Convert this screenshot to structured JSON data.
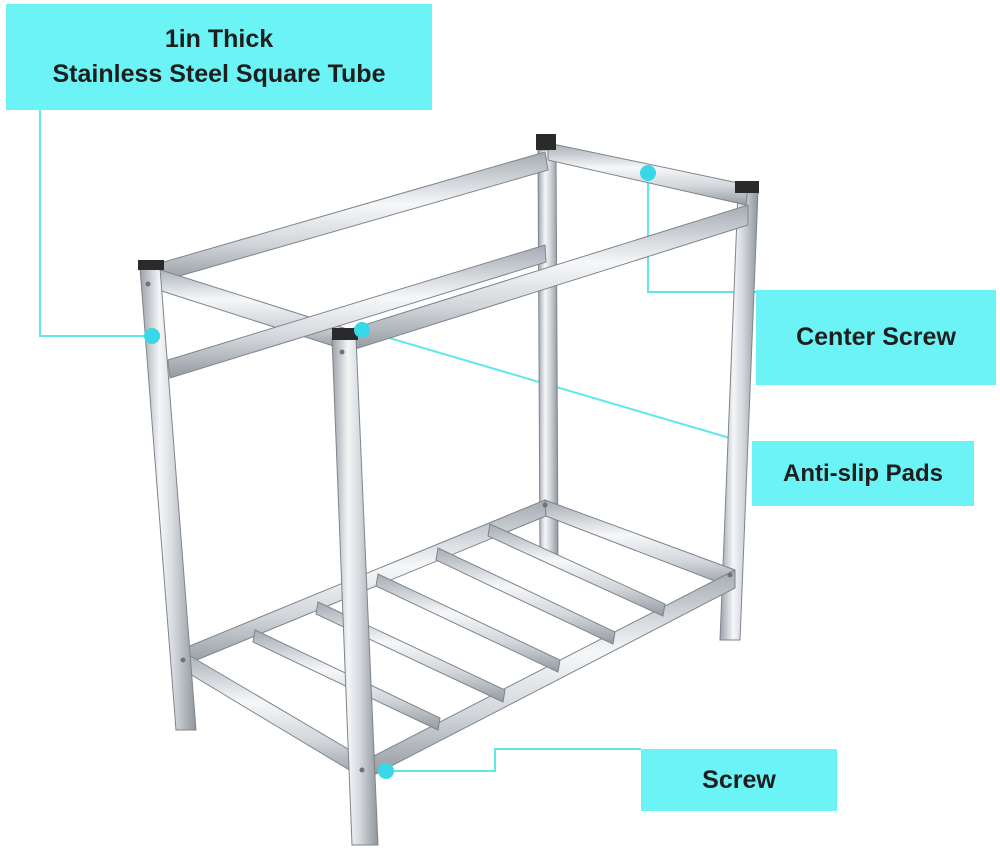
{
  "callouts": {
    "tube": {
      "line1": "1in Thick",
      "line2": "Stainless Steel Square Tube"
    },
    "center_screw": "Center Screw",
    "anti_slip_pads": "Anti-slip Pads",
    "screw": "Screw"
  },
  "colors": {
    "callout_background": "#6cf3f5",
    "callout_text": "#1e1e1e",
    "leader_line": "#5ee8ea",
    "marker_dot": "#39d8e8",
    "steel_light": "#f2f4f6",
    "steel_mid": "#c9ced3",
    "steel_dark": "#8d949b",
    "cap_black": "#2a2a2a"
  },
  "icons": {
    "marker": "cyan-dot-marker"
  }
}
